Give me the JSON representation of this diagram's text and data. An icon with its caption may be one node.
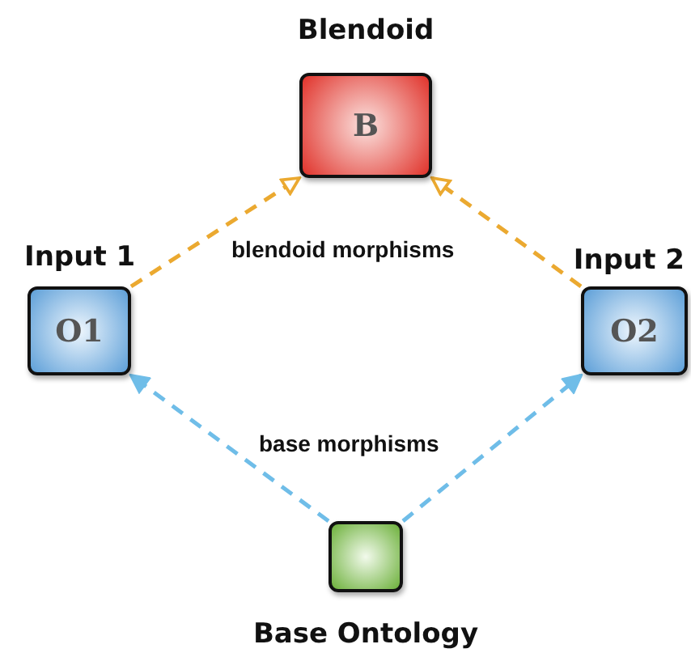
{
  "diagram": {
    "nodes": [
      {
        "text": [
          "Blendoid",
          "B"
        ]
      },
      {
        "text": [
          "Input 1",
          "O1"
        ]
      },
      {
        "text": [
          "Input 2",
          "O2"
        ]
      },
      {
        "text": [
          "Base Ontology"
        ]
      }
    ],
    "edges": [
      {
        "from": 1,
        "to": 0,
        "arrow": "to",
        "style": "dashed",
        "color": "#eba930"
      },
      {
        "from": 2,
        "to": 0,
        "arrow": "to",
        "style": "dashed",
        "color": "#eba930"
      },
      {
        "from": 3,
        "to": 1,
        "arrow": "to",
        "style": "dashed",
        "color": "#6fbde8"
      },
      {
        "from": 3,
        "to": 2,
        "arrow": "to",
        "style": "dashed",
        "color": "#6fbde8"
      }
    ],
    "labels": [
      "blendoid morphisms",
      "base morphisms"
    ]
  }
}
